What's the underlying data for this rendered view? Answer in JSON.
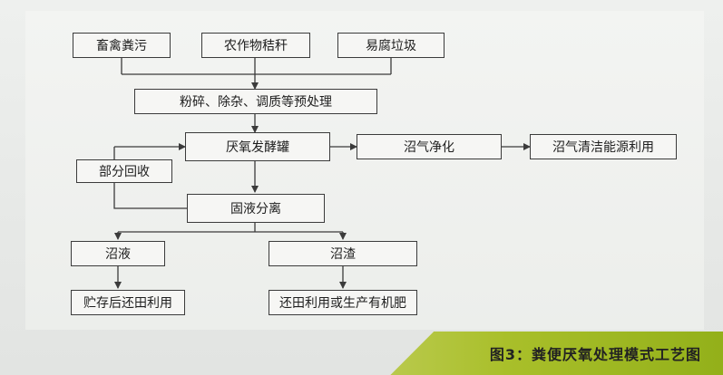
{
  "nodes": {
    "livestock_manure": "畜禽粪污",
    "crop_straw": "农作物秸秆",
    "perishable_waste": "易腐垃圾",
    "pretreatment": "粉碎、除杂、调质等预处理",
    "anaerobic_tank": "厌氧发酵罐",
    "biogas_purification": "沼气净化",
    "biogas_energy_use": "沼气清洁能源利用",
    "partial_recovery": "部分回收",
    "solid_liquid_separation": "固液分离",
    "biogas_slurry": "沼液",
    "biogas_residue": "沼渣",
    "storage_field_use": "贮存后还田利用",
    "field_or_fertilizer": "还田利用或生产有机肥"
  },
  "caption": "图3：粪便厌氧处理模式工艺图",
  "colors": {
    "line": "#3b3b3b",
    "box_fill": "#f6f6f4",
    "accent_band": "#a9bf2a"
  }
}
